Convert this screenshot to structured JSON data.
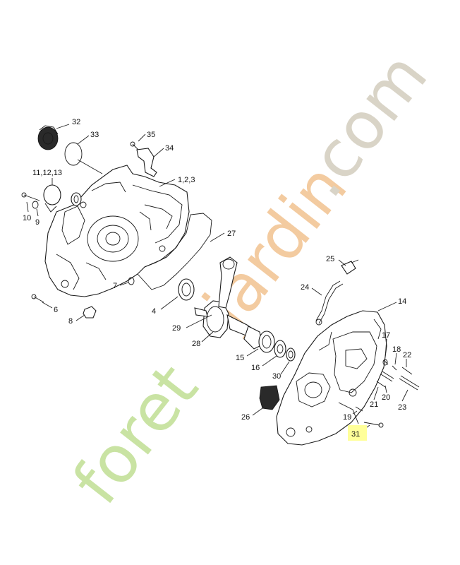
{
  "watermark": {
    "text_part_1": "foret",
    "text_part_2": "jardin",
    "text_part_3": ".com",
    "color_1": "#c9e3a3",
    "color_2": "#f3cba0",
    "color_3": "#d9d4c7"
  },
  "highlight_color": "#ffff99",
  "labels": {
    "p1_2_3": "1,2,3",
    "p4": "4",
    "p6": "6",
    "p7": "7",
    "p8": "8",
    "p9": "9",
    "p10": "10",
    "p11_12_13": "11,12,13",
    "p14": "14",
    "p15": "15",
    "p16": "16",
    "p17": "17",
    "p18": "18",
    "p19": "19",
    "p20": "20",
    "p21": "21",
    "p22": "22",
    "p23": "23",
    "p24": "24",
    "p25": "25",
    "p26": "26",
    "p27": "27",
    "p28": "28",
    "p29": "29",
    "p30": "30",
    "p31": "31",
    "p32": "32",
    "p33": "33",
    "p34": "34",
    "p35": "35"
  }
}
